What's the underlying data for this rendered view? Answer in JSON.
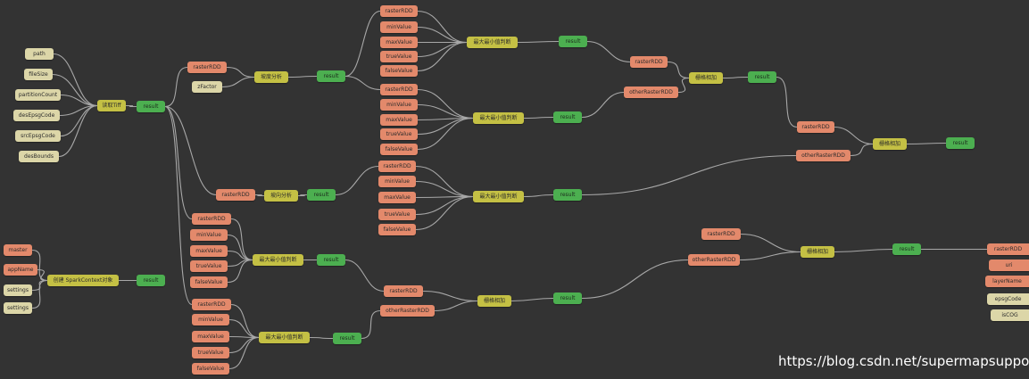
{
  "watermark": "https://blog.csdn.net/supermapsupport",
  "colors": {
    "background": "#333333",
    "edge": "#a8a8a8",
    "param": "#e3896b",
    "input": "#dcd6a8",
    "function": "#c4c044",
    "result": "#4caf50"
  },
  "nodes": [
    {
      "id": "path",
      "label": "path",
      "kind": "beige"
    },
    {
      "id": "fileSize",
      "label": "fileSize",
      "kind": "beige"
    },
    {
      "id": "partitionCount",
      "label": "partitionCount",
      "kind": "beige"
    },
    {
      "id": "desEpsgCode",
      "label": "desEpsgCode",
      "kind": "beige"
    },
    {
      "id": "srcEpsgCode",
      "label": "srcEpsgCode",
      "kind": "beige"
    },
    {
      "id": "desBounds",
      "label": "desBounds",
      "kind": "beige"
    },
    {
      "id": "readTiff",
      "label": "读取Tiff",
      "kind": "olive"
    },
    {
      "id": "readResult",
      "label": "result",
      "kind": "green"
    },
    {
      "id": "sl_raster",
      "label": "rasterRDD",
      "kind": "salmon"
    },
    {
      "id": "sl_zfactor",
      "label": "zFactor",
      "kind": "beige"
    },
    {
      "id": "slope",
      "label": "坡度分析",
      "kind": "olive"
    },
    {
      "id": "slopeResult",
      "label": "result",
      "kind": "green"
    },
    {
      "id": "mm1_raster",
      "label": "rasterRDD",
      "kind": "salmon"
    },
    {
      "id": "mm1_min",
      "label": "minValue",
      "kind": "salmon"
    },
    {
      "id": "mm1_max",
      "label": "maxValue",
      "kind": "salmon"
    },
    {
      "id": "mm1_true",
      "label": "trueValue",
      "kind": "salmon"
    },
    {
      "id": "mm1_false",
      "label": "falseValue",
      "kind": "salmon"
    },
    {
      "id": "mm1_fn",
      "label": "最大最小值判断",
      "kind": "olive"
    },
    {
      "id": "mm1_result",
      "label": "result",
      "kind": "green"
    },
    {
      "id": "mm2_raster",
      "label": "rasterRDD",
      "kind": "salmon"
    },
    {
      "id": "mm2_min",
      "label": "minValue",
      "kind": "salmon"
    },
    {
      "id": "mm2_max",
      "label": "maxValue",
      "kind": "salmon"
    },
    {
      "id": "mm2_true",
      "label": "trueValue",
      "kind": "salmon"
    },
    {
      "id": "mm2_false",
      "label": "falseValue",
      "kind": "salmon"
    },
    {
      "id": "mm2_fn",
      "label": "最大最小值判断",
      "kind": "olive"
    },
    {
      "id": "mm2_result",
      "label": "result",
      "kind": "green"
    },
    {
      "id": "add1_raster",
      "label": "rasterRDD",
      "kind": "salmon"
    },
    {
      "id": "add1_other",
      "label": "otherRasterRDD",
      "kind": "salmon"
    },
    {
      "id": "add1_fn",
      "label": "栅格相加",
      "kind": "olive"
    },
    {
      "id": "add1_result",
      "label": "result",
      "kind": "green"
    },
    {
      "id": "asp_raster",
      "label": "rasterRDD",
      "kind": "salmon"
    },
    {
      "id": "aspect",
      "label": "坡向分析",
      "kind": "olive"
    },
    {
      "id": "aspResult",
      "label": "result",
      "kind": "green"
    },
    {
      "id": "mm3_raster",
      "label": "rasterRDD",
      "kind": "salmon"
    },
    {
      "id": "mm3_min",
      "label": "minValue",
      "kind": "salmon"
    },
    {
      "id": "mm3_max",
      "label": "maxValue",
      "kind": "salmon"
    },
    {
      "id": "mm3_true",
      "label": "trueValue",
      "kind": "salmon"
    },
    {
      "id": "mm3_false",
      "label": "falseValue",
      "kind": "salmon"
    },
    {
      "id": "mm3_fn",
      "label": "最大最小值判断",
      "kind": "olive"
    },
    {
      "id": "mm3_result",
      "label": "result",
      "kind": "green"
    },
    {
      "id": "add2_raster",
      "label": "rasterRDD",
      "kind": "salmon"
    },
    {
      "id": "add2_other",
      "label": "otherRasterRDD",
      "kind": "salmon"
    },
    {
      "id": "add2_fn",
      "label": "栅格相加",
      "kind": "olive"
    },
    {
      "id": "add2_result",
      "label": "result",
      "kind": "green"
    },
    {
      "id": "mm4_raster",
      "label": "rasterRDD",
      "kind": "salmon"
    },
    {
      "id": "mm4_min",
      "label": "minValue",
      "kind": "salmon"
    },
    {
      "id": "mm4_max",
      "label": "maxValue",
      "kind": "salmon"
    },
    {
      "id": "mm4_true",
      "label": "trueValue",
      "kind": "salmon"
    },
    {
      "id": "mm4_false",
      "label": "falseValue",
      "kind": "salmon"
    },
    {
      "id": "mm4_fn",
      "label": "最大最小值判断",
      "kind": "olive"
    },
    {
      "id": "mm4_result",
      "label": "result",
      "kind": "green"
    },
    {
      "id": "mm5_raster",
      "label": "rasterRDD",
      "kind": "salmon"
    },
    {
      "id": "mm5_min",
      "label": "minValue",
      "kind": "salmon"
    },
    {
      "id": "mm5_max",
      "label": "maxValue",
      "kind": "salmon"
    },
    {
      "id": "mm5_true",
      "label": "trueValue",
      "kind": "salmon"
    },
    {
      "id": "mm5_false",
      "label": "falseValue",
      "kind": "salmon"
    },
    {
      "id": "mm5_fn",
      "label": "最大最小值判断",
      "kind": "olive"
    },
    {
      "id": "mm5_result",
      "label": "result",
      "kind": "green"
    },
    {
      "id": "add3_raster",
      "label": "rasterRDD",
      "kind": "salmon"
    },
    {
      "id": "add3_other",
      "label": "otherRasterRDD",
      "kind": "salmon"
    },
    {
      "id": "add3_fn",
      "label": "栅格相加",
      "kind": "olive"
    },
    {
      "id": "add3_result",
      "label": "result",
      "kind": "green"
    },
    {
      "id": "add4_raster",
      "label": "rasterRDD",
      "kind": "salmon"
    },
    {
      "id": "add4_other",
      "label": "otherRasterRDD",
      "kind": "salmon"
    },
    {
      "id": "add4_fn",
      "label": "栅格相加",
      "kind": "olive"
    },
    {
      "id": "add4_result",
      "label": "result",
      "kind": "green"
    },
    {
      "id": "sc_master",
      "label": "master",
      "kind": "salmon"
    },
    {
      "id": "sc_appName",
      "label": "appName",
      "kind": "salmon"
    },
    {
      "id": "sc_settings1",
      "label": "settings",
      "kind": "beige"
    },
    {
      "id": "sc_settings2",
      "label": "settings",
      "kind": "beige"
    },
    {
      "id": "sc_fn",
      "label": "创建 SparkContext对象",
      "kind": "olive"
    },
    {
      "id": "sc_result",
      "label": "result",
      "kind": "green"
    },
    {
      "id": "out_raster",
      "label": "rasterRDD",
      "kind": "salmon"
    },
    {
      "id": "out_uri",
      "label": "uri",
      "kind": "salmon"
    },
    {
      "id": "out_layer",
      "label": "layerName",
      "kind": "salmon"
    },
    {
      "id": "out_epsg",
      "label": "epsgCode",
      "kind": "beige"
    },
    {
      "id": "out_iscog",
      "label": "isCOG",
      "kind": "beige"
    }
  ]
}
